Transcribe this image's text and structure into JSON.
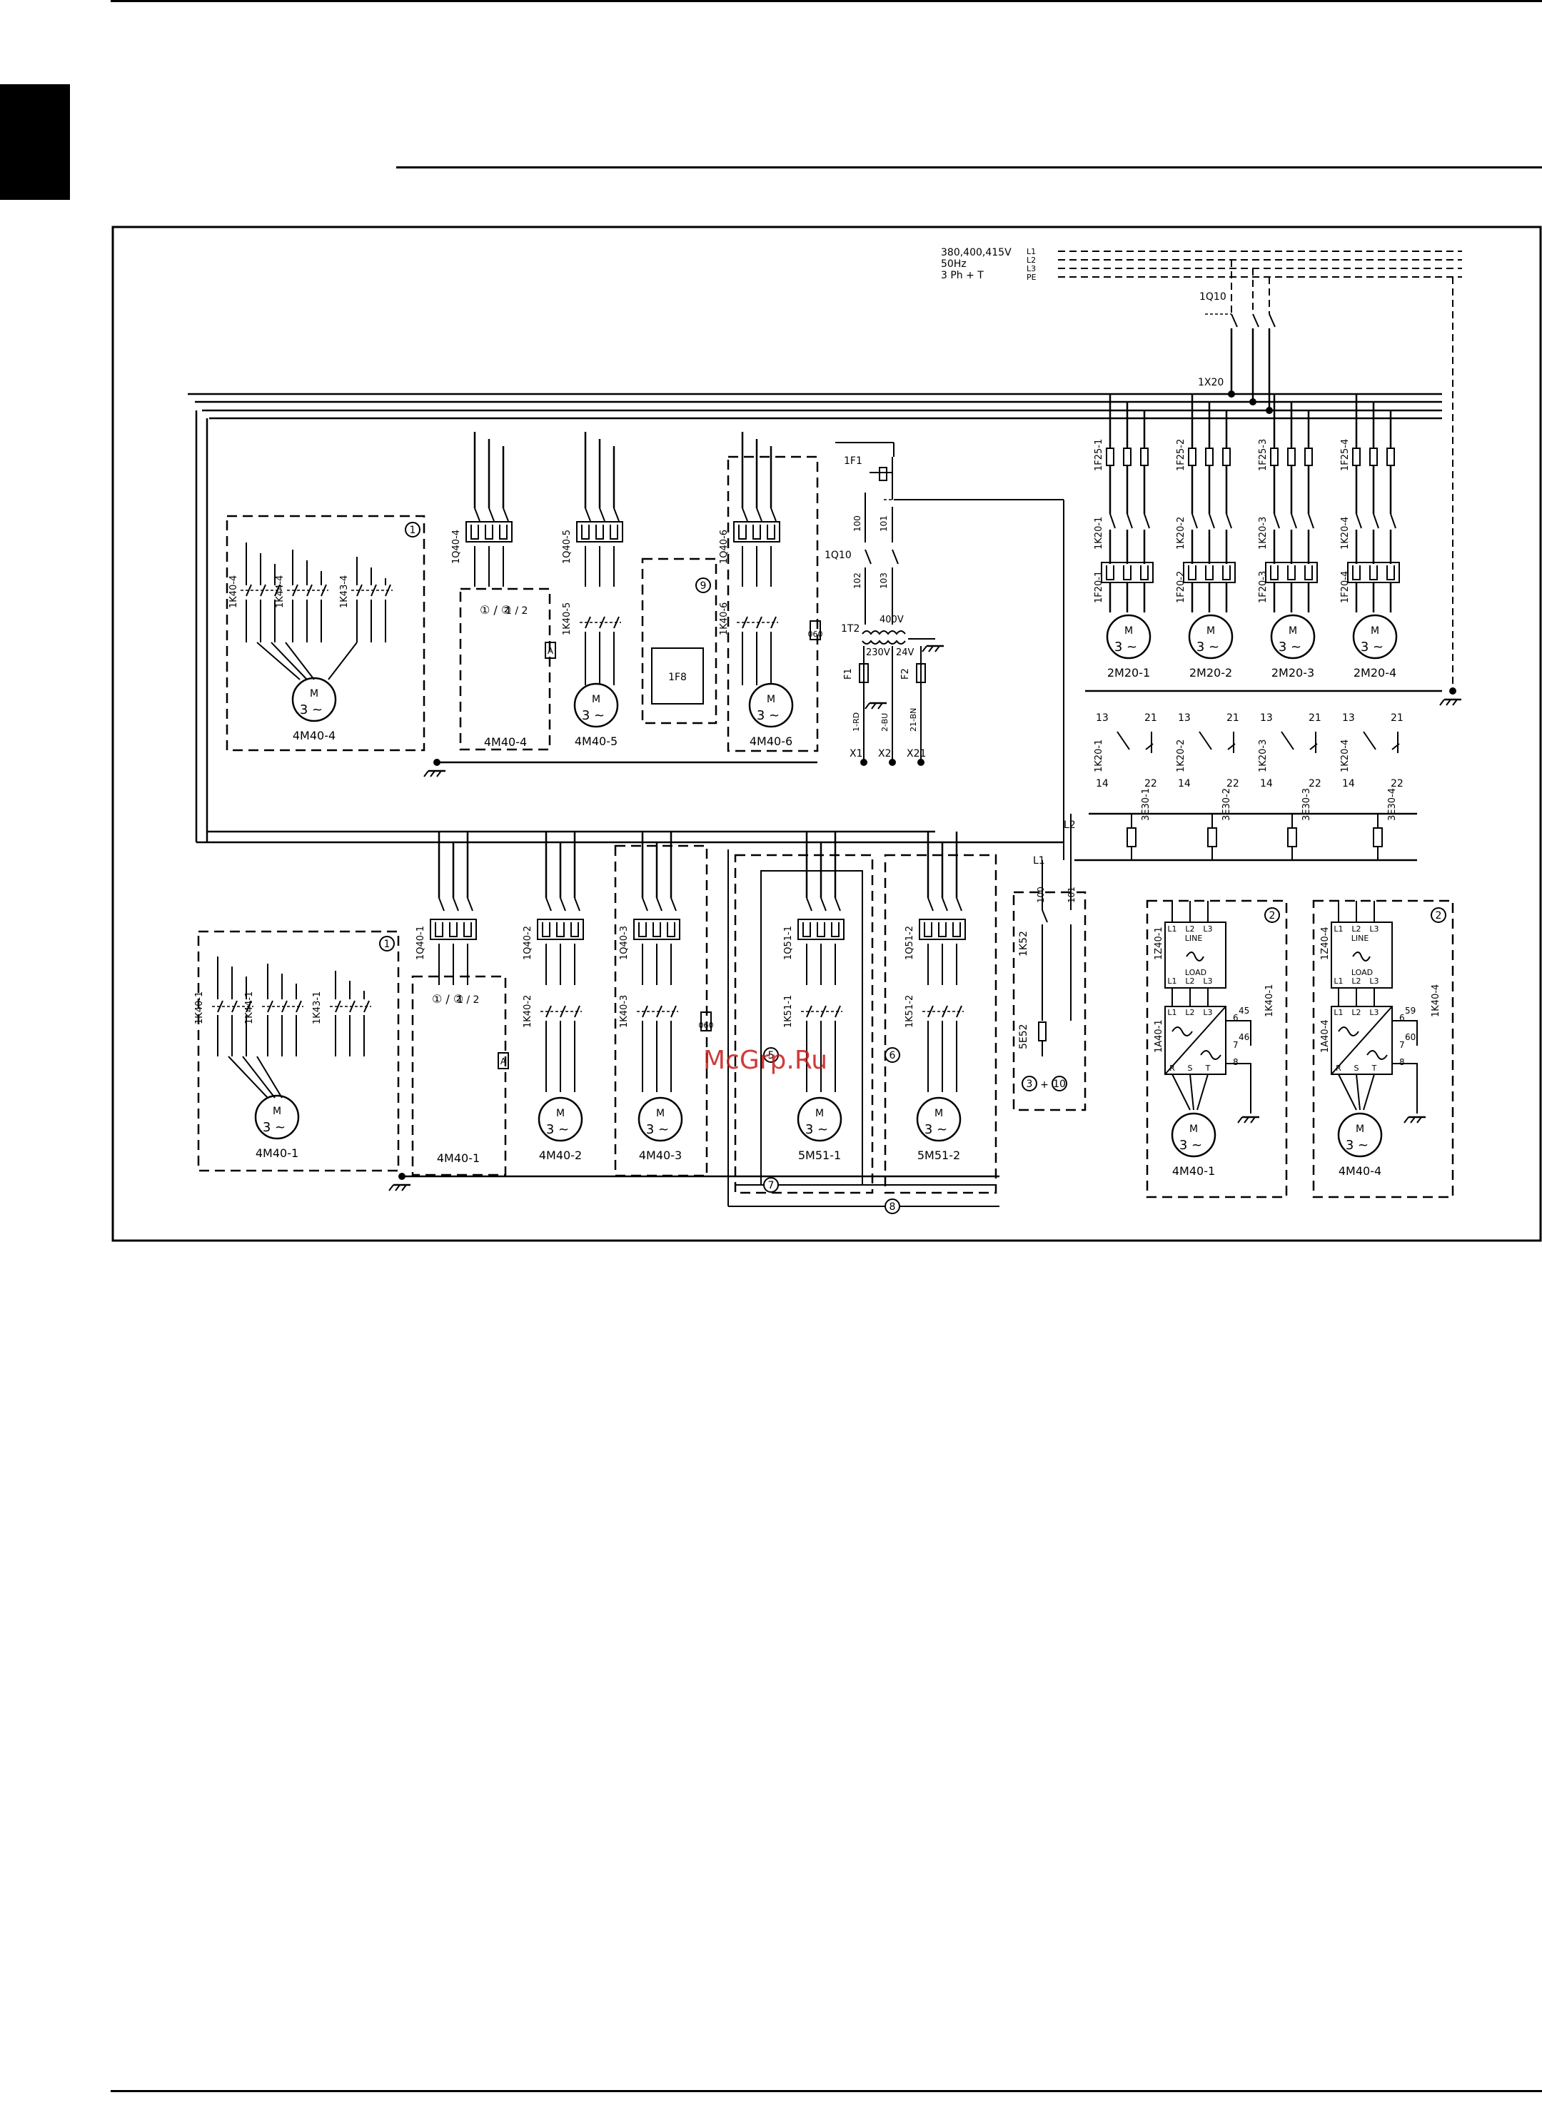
{
  "supply": {
    "voltage": "380,400,415V",
    "frequency": "50Hz",
    "phases": "3 Ph + T",
    "lines": [
      "L1",
      "L2",
      "L3",
      "PE"
    ]
  },
  "switch_label": "1Q10",
  "terminal_label": "1X20",
  "circulation_pumps": {
    "fuses": [
      "1F25-1",
      "1F25-2",
      "1F25-3",
      "1F25-4"
    ],
    "contactors": [
      "1K20-1",
      "1K20-2",
      "1K20-3",
      "1K20-4"
    ],
    "overloads": [
      "1F20-1",
      "1F20-2",
      "1F20-3",
      "1F20-4"
    ],
    "motors": [
      "2M20-1",
      "2M20-2",
      "2M20-3",
      "2M20-4"
    ],
    "aux_contacts": [
      {
        "name": "1K20-1",
        "a": "13",
        "b": "21",
        "c": "14",
        "d": "22"
      },
      {
        "name": "1K20-2",
        "a": "13",
        "b": "21",
        "c": "14",
        "d": "22"
      },
      {
        "name": "1K20-3",
        "a": "13",
        "b": "21",
        "c": "14",
        "d": "22"
      },
      {
        "name": "1K20-4",
        "a": "13",
        "b": "21",
        "c": "14",
        "d": "22"
      }
    ],
    "heaters": [
      "3E30-1",
      "3E30-2",
      "3E30-3",
      "3E30-4"
    ]
  },
  "control_circuit": {
    "fuse": "1F1",
    "switch": "1Q10",
    "wires": [
      "100",
      "101",
      "102",
      "103"
    ],
    "transformer": "1T2",
    "primary": "400V",
    "secondary_a": "230V",
    "secondary_b": "24V",
    "fuses": [
      "F1",
      "F2"
    ],
    "wire_labels": [
      "1-RD",
      "2-BU",
      "21-BN"
    ],
    "terminals": [
      "X1",
      "X2",
      "X21"
    ]
  },
  "upper_row": {
    "star_delta": {
      "contactors": [
        "1K40-4",
        "1K44-4",
        "1K43-4"
      ],
      "motor": "4M40-4",
      "badge": "1"
    },
    "drives": [
      {
        "breaker": "1Q40-4",
        "contactor": "",
        "motor": "4M40-4",
        "note": "1 / 2",
        "tag": "A"
      },
      {
        "breaker": "1Q40-5",
        "contactor": "1K40-5",
        "motor": "4M40-5",
        "tag": ""
      },
      {
        "breaker": "1Q40-6",
        "contactor": "1K40-6",
        "motor": "4M40-6",
        "tag": "060"
      }
    ],
    "aux_box": {
      "label": "1F8",
      "badge": "9"
    }
  },
  "lower_row": {
    "star_delta": {
      "contactors": [
        "1K40-1",
        "1K44-1",
        "1K43-1"
      ],
      "motor": "4M40-1",
      "badge": "1"
    },
    "drives": [
      {
        "breaker": "1Q40-1",
        "contactor": "",
        "motor": "4M40-1",
        "note": "1 / 2",
        "tag": "A"
      },
      {
        "breaker": "1Q40-2",
        "contactor": "1K40-2",
        "motor": "4M40-2",
        "tag": ""
      },
      {
        "breaker": "1Q40-3",
        "contactor": "1K40-3",
        "motor": "4M40-3",
        "tag": "060"
      },
      {
        "breaker": "1Q51-1",
        "contactor": "1K51-1",
        "motor": "5M51-1",
        "badge": "5"
      },
      {
        "breaker": "1Q51-2",
        "contactor": "1K51-2",
        "motor": "5M51-2",
        "badge": "6"
      }
    ],
    "group_badges": [
      "7",
      "8"
    ],
    "control_box": {
      "contactor": "1K52",
      "sensor": "5E52",
      "wires": [
        "100",
        "101"
      ],
      "note_a": "3",
      "note_b": "10"
    },
    "line_labels": [
      "L1",
      "L2"
    ]
  },
  "vfd": [
    {
      "filter": "1Z40-1",
      "drive": "1A40-1",
      "relay": "1K40-1",
      "motor": "4M40-1",
      "badge": "2",
      "terms": [
        "45",
        "6",
        "46",
        "7",
        "8"
      ]
    },
    {
      "filter": "1Z40-4",
      "drive": "1A40-4",
      "relay": "1K40-4",
      "motor": "4M40-4",
      "badge": "2",
      "terms": [
        "59",
        "6",
        "60",
        "7",
        "8"
      ]
    }
  ],
  "vfd_labels": {
    "line": "LINE",
    "load": "LOAD",
    "l1": "L1",
    "l2": "L2",
    "l3": "L3",
    "r": "R",
    "s": "S",
    "t": "T"
  },
  "motor_labels": {
    "m": "M",
    "phase": "3"
  },
  "watermark": "McGrp.Ru"
}
